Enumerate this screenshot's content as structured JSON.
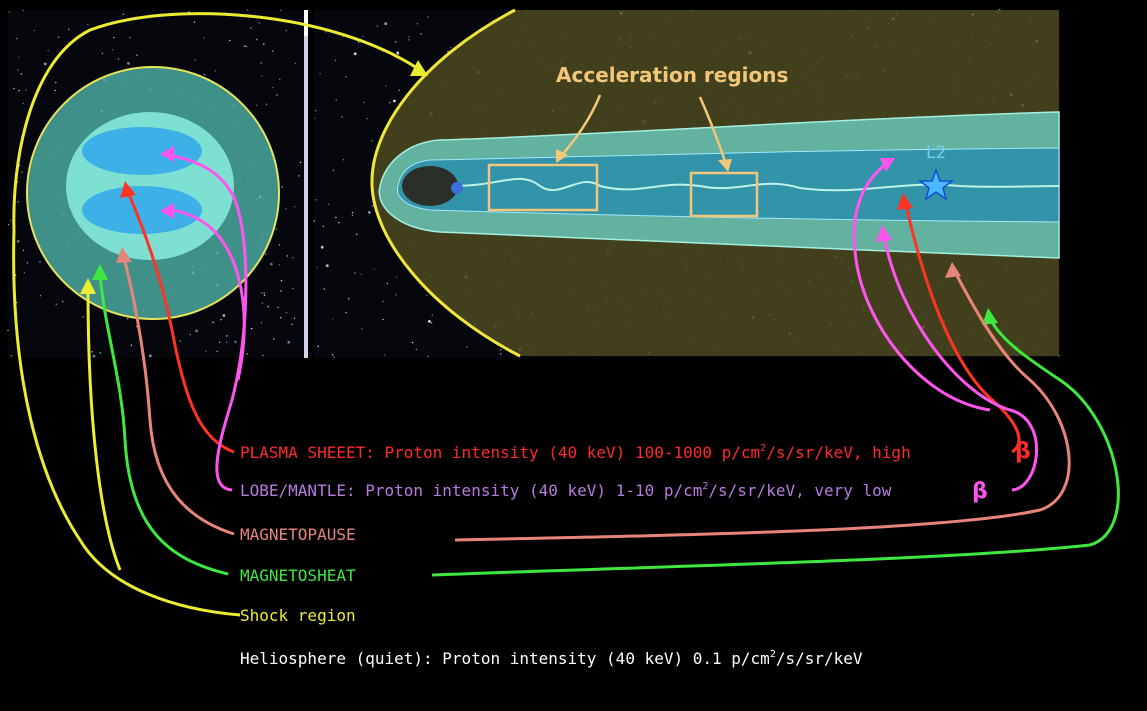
{
  "title": "Acceleration regions",
  "l2_label": "L2",
  "beta_symbol": "β",
  "legend": {
    "plasma_sheet": {
      "prefix": "PLASMA SHEEET: Proton intensity (40 keV) 100-1000 p/cm",
      "sup": "2",
      "suffix": "/s/sr/keV, high",
      "color": "#ff2a2a"
    },
    "lobe_mantle": {
      "prefix": "LOBE/MANTLE: Proton intensity (40 keV) 1-10 p/cm",
      "sup": "2",
      "suffix": "/s/sr/keV, very low",
      "color": "#b77be0"
    },
    "magnetopause": {
      "label": "MAGNETOPAUSE",
      "color": "#e8857a"
    },
    "magnetosheath": {
      "label": "MAGNETOSHEAT",
      "color": "#3ee83e"
    },
    "shock": {
      "label": "Shock region",
      "color": "#ecec33"
    },
    "heliosphere": {
      "prefix": "Heliosphere (quiet): Proton intensity (40 keV) 0.1 p/cm",
      "sup": "2",
      "suffix": "/s/sr/keV",
      "color": "#ffffff"
    }
  },
  "colors": {
    "background": "#000000",
    "title": "#f2c77a",
    "l2": "#6ad4f0",
    "star": "#3aa0ff",
    "shock_curve": "#f0e63a",
    "magnetosheath_fill": "#5a5a2a",
    "sheet_fill": "#67c7b6",
    "lobe_fill": "#2f8fa8",
    "pink": "#ff55ee",
    "red": "#ff3322",
    "salmon": "#e8857a",
    "green": "#3ee83e",
    "yellow": "#ecec33"
  }
}
